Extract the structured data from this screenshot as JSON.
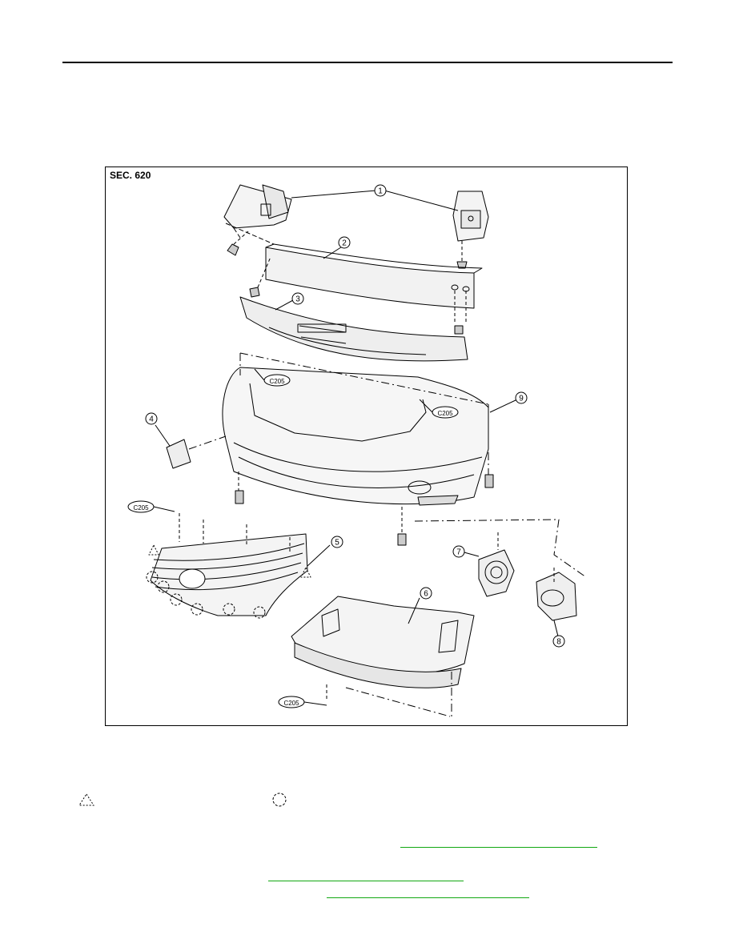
{
  "figure": {
    "section_label": "SEC. 620",
    "clip_code": "C205",
    "callouts": [
      "1",
      "2",
      "3",
      "4",
      "5",
      "6",
      "7",
      "8",
      "9"
    ]
  },
  "legend": {
    "triangle_symbol": "dashed-triangle-icon",
    "circle_symbol": "dashed-circle-icon"
  },
  "colors": {
    "link_underline": "#11a811",
    "line": "#000000"
  }
}
